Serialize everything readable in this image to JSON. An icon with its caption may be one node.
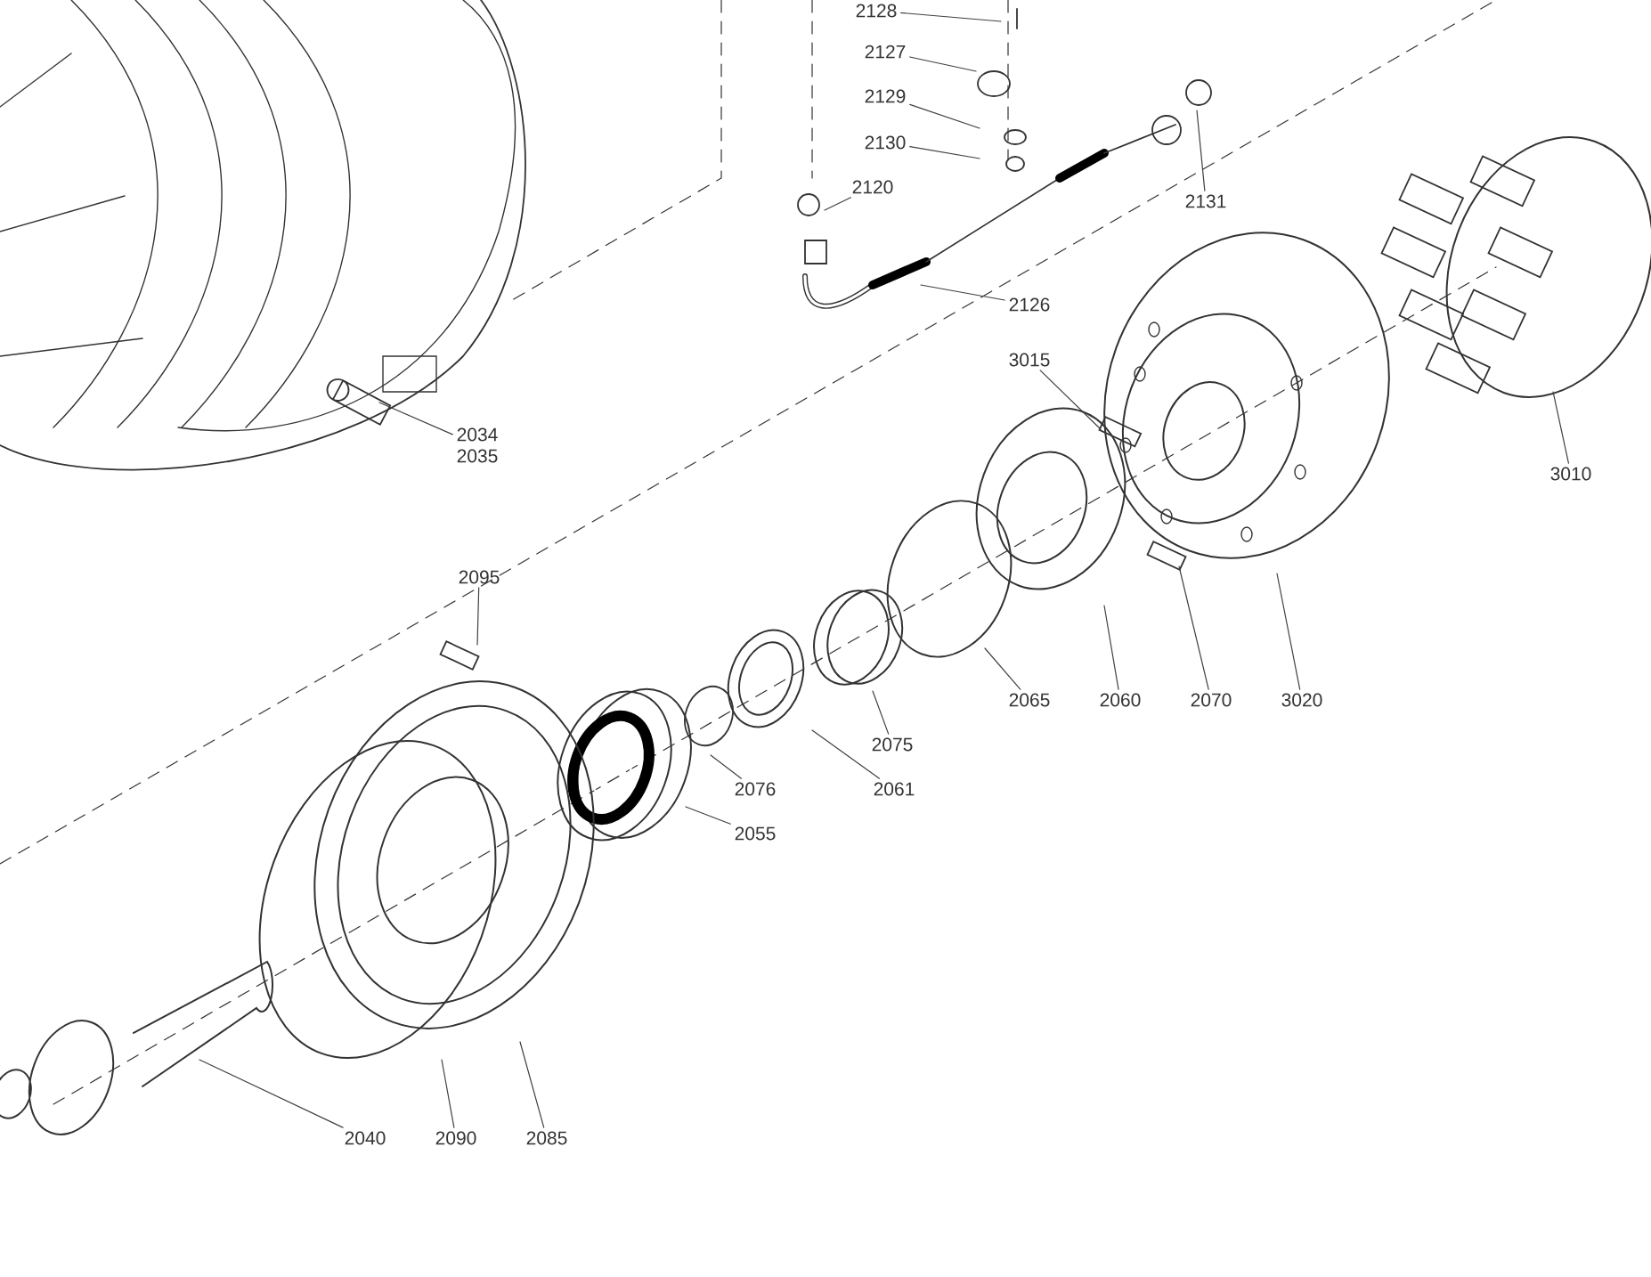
{
  "diagram": {
    "nodes": [
      {
        "text": [
          "2128"
        ]
      },
      {
        "text": [
          "2127"
        ]
      },
      {
        "text": [
          "2129"
        ]
      },
      {
        "text": [
          "2130"
        ]
      },
      {
        "text": [
          "2120"
        ]
      },
      {
        "text": [
          "2131"
        ]
      },
      {
        "text": [
          "2126"
        ]
      },
      {
        "text": [
          "3015"
        ]
      },
      {
        "text": [
          "3010"
        ]
      },
      {
        "text": [
          "2034",
          "2035"
        ]
      },
      {
        "text": [
          "2095"
        ]
      },
      {
        "text": [
          "2065"
        ]
      },
      {
        "text": [
          "2060"
        ]
      },
      {
        "text": [
          "2070"
        ]
      },
      {
        "text": [
          "3020"
        ]
      },
      {
        "text": [
          "2075"
        ]
      },
      {
        "text": [
          "2076"
        ]
      },
      {
        "text": [
          "2061"
        ]
      },
      {
        "text": [
          "2055"
        ]
      },
      {
        "text": [
          "2040"
        ]
      },
      {
        "text": [
          "2090"
        ]
      },
      {
        "text": [
          "2085"
        ]
      }
    ],
    "edges": [
      {
        "from": 0,
        "to": null,
        "arrow": "none"
      },
      {
        "from": 1,
        "to": null,
        "arrow": "none"
      },
      {
        "from": 2,
        "to": null,
        "arrow": "none"
      },
      {
        "from": 3,
        "to": null,
        "arrow": "none"
      },
      {
        "from": 4,
        "to": null,
        "arrow": "none"
      },
      {
        "from": 5,
        "to": null,
        "arrow": "none"
      },
      {
        "from": 6,
        "to": null,
        "arrow": "none"
      },
      {
        "from": 7,
        "to": null,
        "arrow": "none"
      },
      {
        "from": 8,
        "to": null,
        "arrow": "none"
      },
      {
        "from": 9,
        "to": null,
        "arrow": "none"
      },
      {
        "from": 10,
        "to": null,
        "arrow": "none"
      },
      {
        "from": 11,
        "to": null,
        "arrow": "none"
      },
      {
        "from": 12,
        "to": null,
        "arrow": "none"
      },
      {
        "from": 13,
        "to": null,
        "arrow": "none"
      },
      {
        "from": 14,
        "to": null,
        "arrow": "none"
      },
      {
        "from": 15,
        "to": null,
        "arrow": "none"
      },
      {
        "from": 16,
        "to": null,
        "arrow": "none"
      },
      {
        "from": 17,
        "to": null,
        "arrow": "none"
      },
      {
        "from": 18,
        "to": null,
        "arrow": "none"
      },
      {
        "from": 19,
        "to": null,
        "arrow": "none"
      },
      {
        "from": 20,
        "to": null,
        "arrow": "none"
      },
      {
        "from": 21,
        "to": null,
        "arrow": "none"
      }
    ]
  }
}
